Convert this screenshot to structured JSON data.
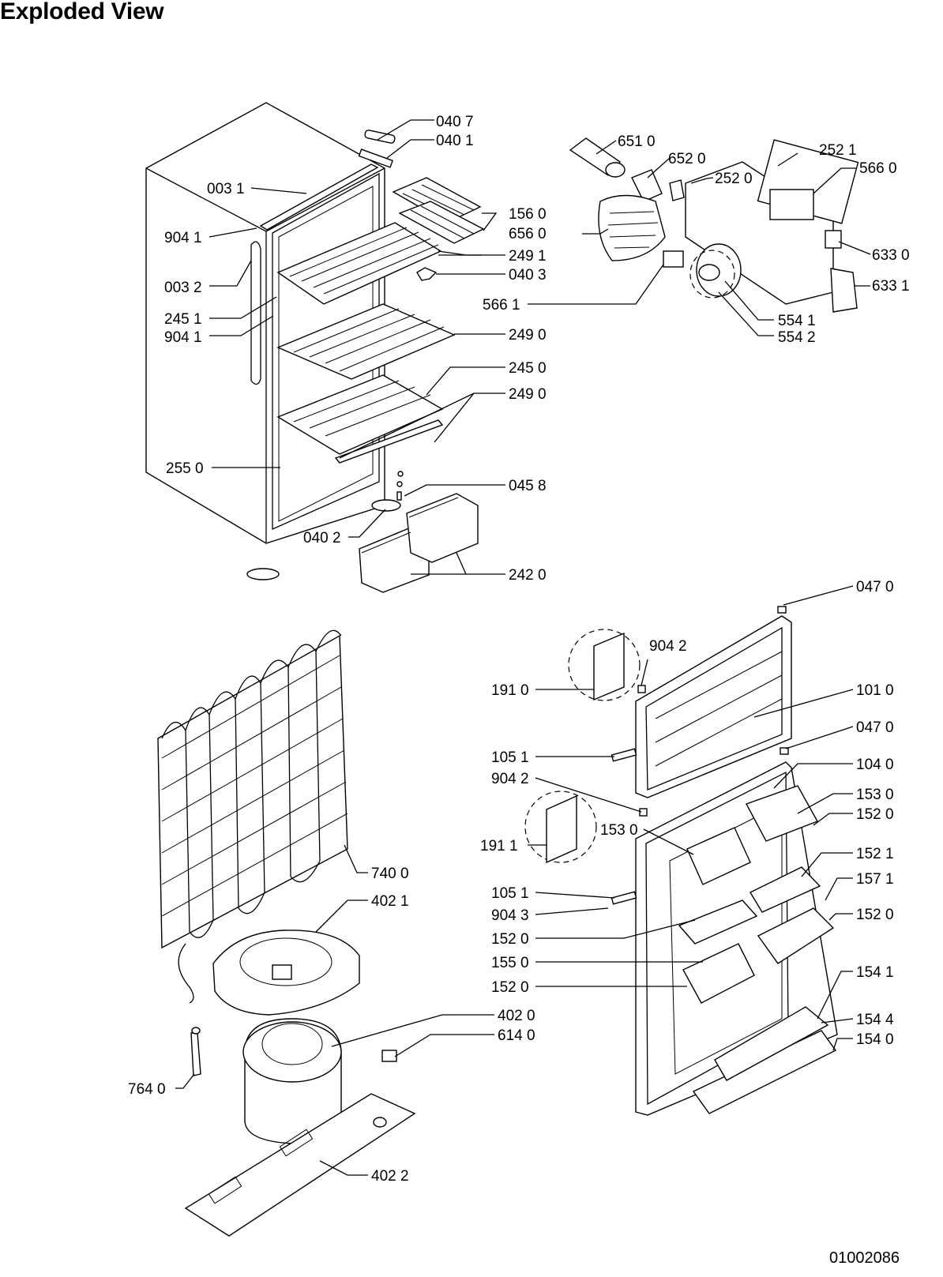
{
  "page": {
    "title": "Exploded View",
    "document_number": "01002086"
  },
  "callouts": {
    "c0407": "040 7",
    "c0401": "040 1",
    "c0031": "003 1",
    "c9041a": "904 1",
    "c0032": "003 2",
    "c2451": "245 1",
    "c9041b": "904 1",
    "c2550": "255 0",
    "c0402": "040 2",
    "c1560": "156 0",
    "c6560": "656 0",
    "c2491": "249 1",
    "c0403": "040 3",
    "c5661": "566 1",
    "c2490a": "249 0",
    "c2450": "245 0",
    "c2490b": "249 0",
    "c0458": "045 8",
    "c2420": "242 0",
    "c6510": "651 0",
    "c6520": "652 0",
    "c2521": "252 1",
    "c2520": "252 0",
    "c5660": "566 0",
    "c6330": "633 0",
    "c6331": "633 1",
    "c5541": "554 1",
    "c5542": "554 2",
    "c0470a": "047 0",
    "c9042a": "904 2",
    "c1910": "191 0",
    "c1010": "101 0",
    "c0470b": "047 0",
    "c1051a": "105 1",
    "c1040": "104 0",
    "c9042b": "904 2",
    "c1530a": "153 0",
    "c1530b": "153 0",
    "c1520a": "152 0",
    "c1911": "191 1",
    "c1521": "152 1",
    "c1571": "157 1",
    "c1051b": "105 1",
    "c9043": "904 3",
    "c1520b": "152 0",
    "c1520c": "152 0",
    "c1550": "155 0",
    "c1520d": "152 0",
    "c1541": "154 1",
    "c1544": "154 4",
    "c1540": "154 0",
    "c7400": "740 0",
    "c4021": "402 1",
    "c4020": "402 0",
    "c6140": "614 0",
    "c7640": "764 0",
    "c4022": "402 2"
  }
}
